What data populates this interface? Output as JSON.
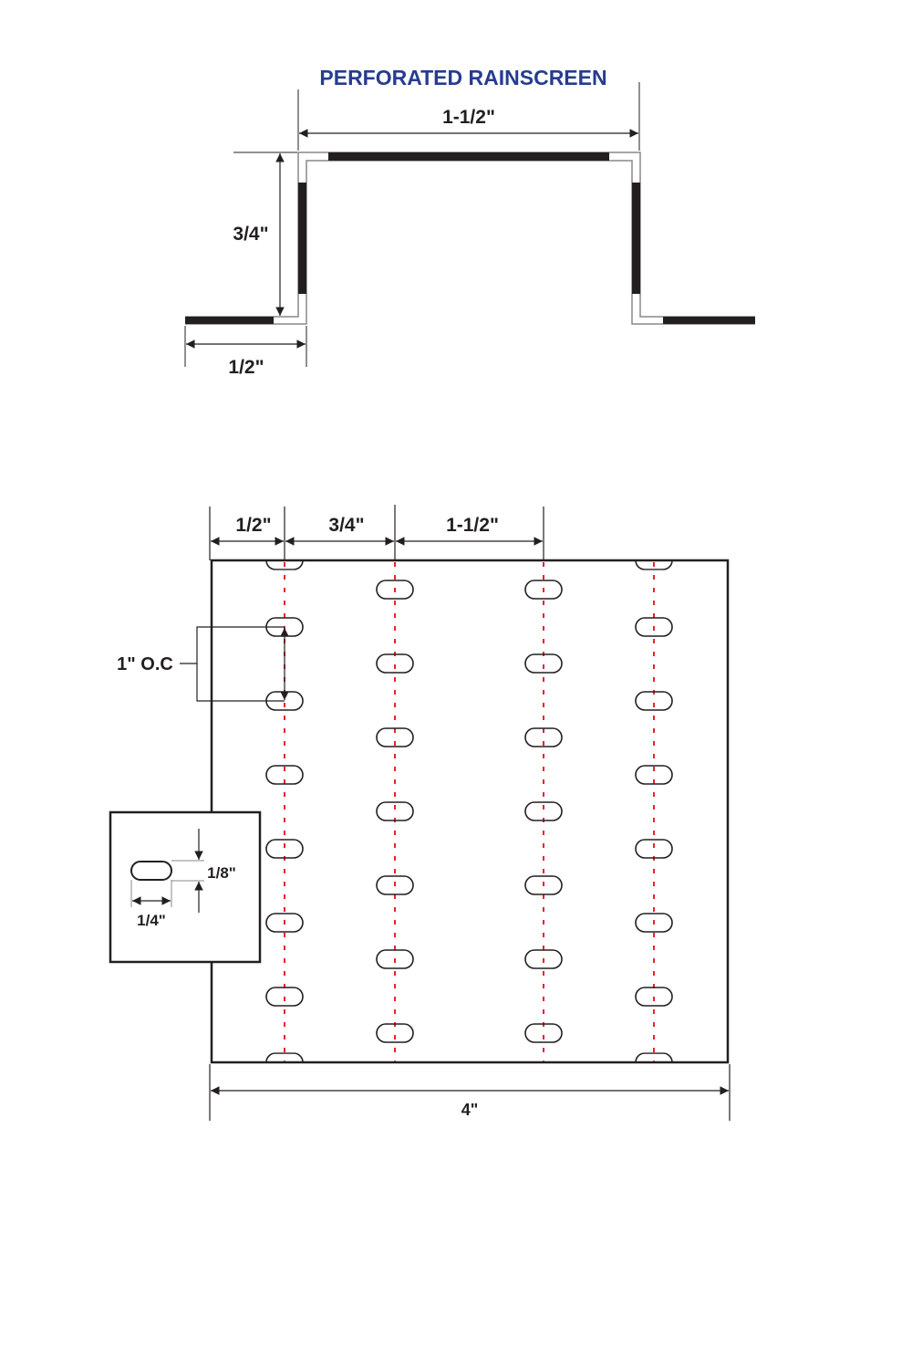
{
  "title": "PERFORATED RAINSCREEN",
  "profile": {
    "width_label": "1-1/2\"",
    "height_label": "3/4\"",
    "flange_label": "1/2\""
  },
  "panel": {
    "offset_labels": [
      "1/2\"",
      "3/4\"",
      "1-1/2\""
    ],
    "spacing_label": "1\" O.C",
    "total_width_label": "4\"",
    "slot_height_label": "1/8\"",
    "slot_width_label": "1/4\""
  },
  "colors": {
    "title": "#263c8f",
    "centerline": "#e8232b",
    "line": "#231f20"
  }
}
